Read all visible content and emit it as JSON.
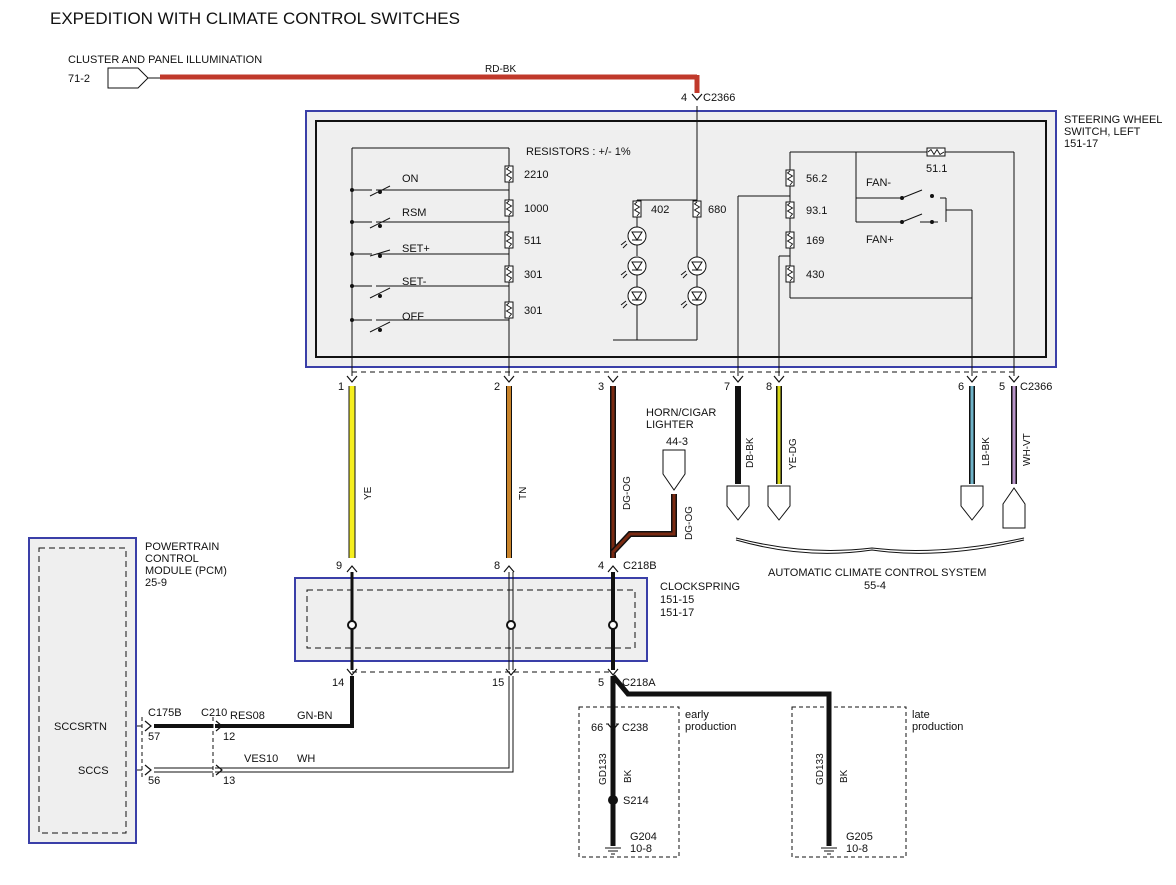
{
  "title": "EXPEDITION WITH CLIMATE CONTROL SWITCHES",
  "feed": {
    "label": "CLUSTER AND PANEL ILLUMINATION",
    "ref": "71-2",
    "wire": "RD-BK",
    "pin": "4",
    "connector": "C2366"
  },
  "switch_module": {
    "name_line1": "STEERING WHEEL",
    "name_line2": "SWITCH, LEFT",
    "ref": "151-17",
    "resistors_note": "RESISTORS : +/- 1%",
    "switches": [
      "ON",
      "RSM",
      "SET+",
      "SET-",
      "OFF"
    ],
    "speed_resistors": [
      "2210",
      "1000",
      "511",
      "301",
      "301"
    ],
    "led_resistors": [
      "402",
      "680"
    ],
    "climate_resistors": [
      "56.2",
      "93.1",
      "169",
      "430"
    ],
    "fan_resistor": "51.1",
    "fan_minus": "FAN-",
    "fan_plus": "FAN+"
  },
  "switch_pins": [
    {
      "pin": "1",
      "wire": "YE"
    },
    {
      "pin": "2",
      "wire": "TN"
    },
    {
      "pin": "3",
      "wire": "DG-OG"
    },
    {
      "pin": "7",
      "wire": "DB-BK"
    },
    {
      "pin": "8",
      "wire": "YE-DG"
    },
    {
      "pin": "6",
      "wire": "LB-BK"
    },
    {
      "pin": "5",
      "wire": "WH-VT"
    }
  ],
  "bottom_connector": "C2366",
  "horn": {
    "line1": "HORN/CIGAR",
    "line2": "LIGHTER",
    "ref": "44-3",
    "wire": "DG-OG"
  },
  "climate": {
    "label": "AUTOMATIC CLIMATE CONTROL SYSTEM",
    "ref": "55-4"
  },
  "clockspring": {
    "label": "CLOCKSPRING",
    "ref1": "151-15",
    "ref2": "151-17",
    "top_pins": [
      "9",
      "8",
      "4"
    ],
    "top_connector": "C218B",
    "bottom_pins": [
      "14",
      "15",
      "5"
    ],
    "bottom_connector": "C218A"
  },
  "pcm": {
    "line1": "POWERTRAIN",
    "line2": "CONTROL",
    "line3": "MODULE (PCM)",
    "ref": "25-9",
    "sig1": "SCCSRTN",
    "sig2": "SCCS",
    "conn1": "C175B",
    "conn2": "C210",
    "pin_a1": "57",
    "pin_a2": "12",
    "pin_b1": "56",
    "pin_b2": "13",
    "circ1": "RES08",
    "wire1": "GN-BN",
    "circ2": "VES10",
    "wire2": "WH"
  },
  "ground_early": {
    "pin": "66",
    "connector": "C238",
    "label1": "early",
    "label2": "production",
    "circuit": "GD133",
    "wire": "BK",
    "splice": "S214",
    "ground": "G204",
    "ref": "10-8"
  },
  "ground_late": {
    "label1": "late",
    "label2": "production",
    "circuit": "GD133",
    "wire": "BK",
    "ground": "G205",
    "ref": "10-8"
  },
  "colors": {
    "rd_bk": "#c0392b",
    "yellow": "#f5ee1e",
    "tan": "#c8832a",
    "dg_og": "#7a2a12",
    "yedg": "#d8d81a",
    "lbbk": "#6fb3c8",
    "whvt": "#b894c8",
    "module_border": "#3a3fa8",
    "module_fill": "#efefef"
  }
}
